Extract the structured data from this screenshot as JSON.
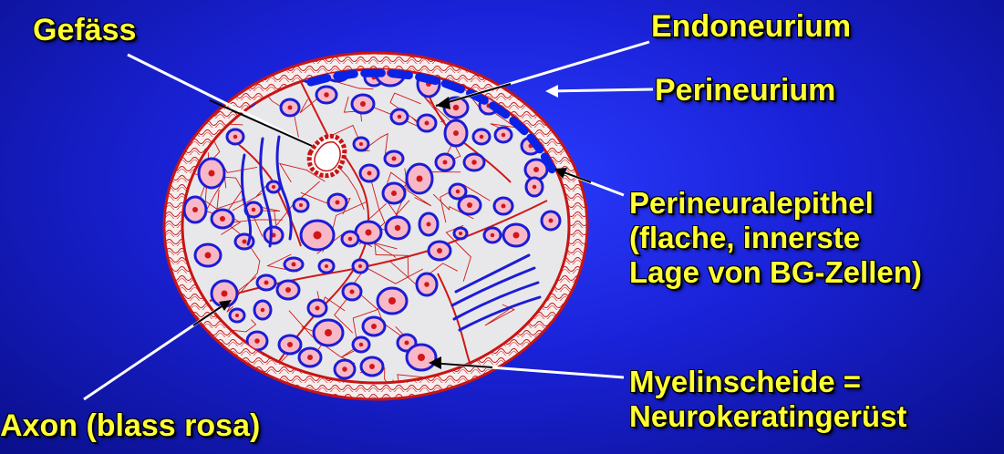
{
  "labels": {
    "gefaess": "Gefäss",
    "endoneurium": "Endoneurium",
    "perineurium": "Perineurium",
    "perineuralepithel": [
      "Perineuralepithel",
      "(flache, innerste",
      "Lage von BG-Zellen)"
    ],
    "myelinscheide": [
      "Myelinscheide =",
      "Neurokeratingerüst"
    ],
    "axon": "Axon (blass rosa)"
  },
  "colors": {
    "background": "#1a22d8",
    "label_text": "#ffff33",
    "sheath_red": "#d01818",
    "myelin_blue": "#1c1cd6",
    "axon_pink": "#f7b8c8",
    "endoneurium_grey": "#e8e8ea",
    "perineurial_epithelium": "#0a22e6"
  },
  "icons": [
    "nerve-cross-section-figure"
  ]
}
